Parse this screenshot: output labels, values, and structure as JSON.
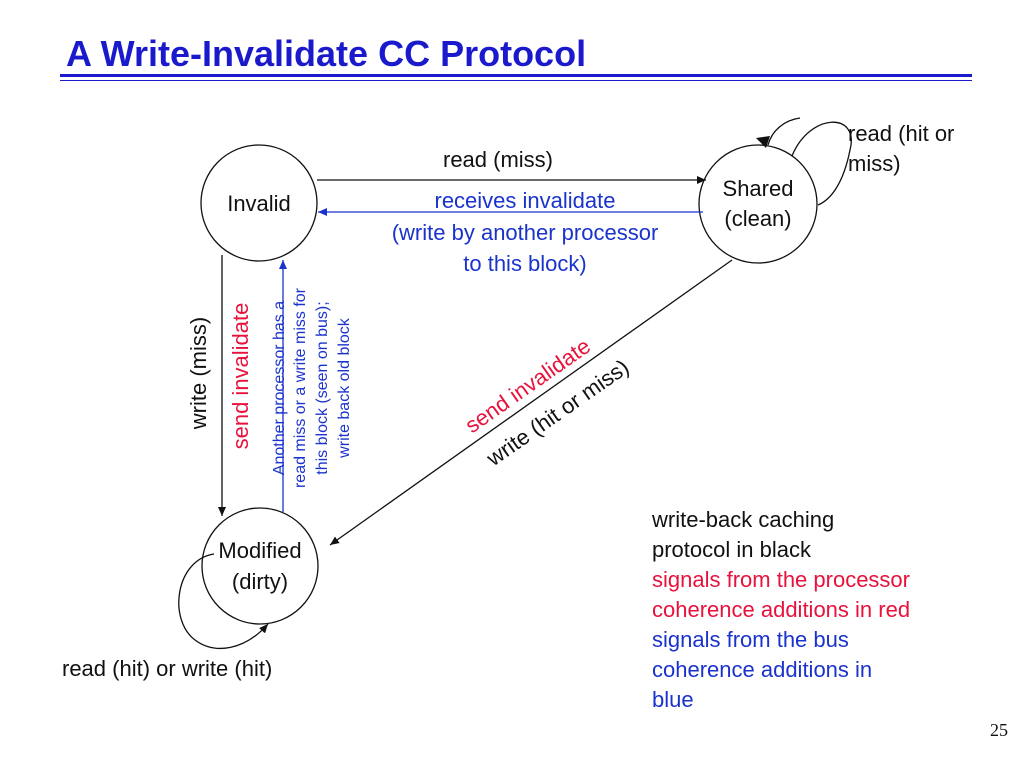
{
  "title": "A Write-Invalidate CC Protocol",
  "states": {
    "invalid": "Invalid",
    "shared_line1": "Shared",
    "shared_line2": "(clean)",
    "modified_line1": "Modified",
    "modified_line2": "(dirty)"
  },
  "transitions": {
    "read_miss": "read (miss)",
    "receives_invalidate": "receives invalidate",
    "write_by_another_1": "(write by another processor",
    "write_by_another_2": "to this block)",
    "shared_self_1": "read (hit or",
    "shared_self_2": "miss)",
    "write_miss": "write (miss)",
    "send_invalidate_vertical": "send invalidate",
    "bus_note_1": "Another processor has a",
    "bus_note_2": "read miss or a write miss for",
    "bus_note_3": "this block (seen on bus);",
    "bus_note_4": "write back old block",
    "send_invalidate_diagonal": "send invalidate",
    "write_hit_or_miss": "write (hit or miss)",
    "modified_self": "read (hit) or write (hit)"
  },
  "legend": {
    "line1": "write-back caching",
    "line2": "protocol in black",
    "line3": "signals from the processor",
    "line4": "coherence additions in red",
    "line5": "signals from the bus",
    "line6": "coherence additions in",
    "line7": "blue"
  },
  "colors": {
    "title": "#1a1acc",
    "processor_red": "#e8123c",
    "bus_blue": "#1a33cc",
    "protocol_black": "#111111"
  },
  "page_number": "25"
}
